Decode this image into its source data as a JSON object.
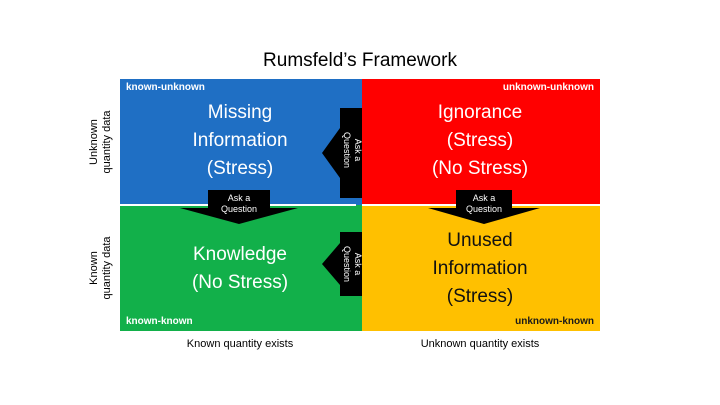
{
  "title": "Rumsfeld’s Framework",
  "quadrants": {
    "top_left": {
      "corner": "known-unknown",
      "lines": [
        "Missing",
        "Information",
        "(Stress)"
      ],
      "color": "#1f6fc4"
    },
    "top_right": {
      "corner": "unknown-unknown",
      "lines": [
        "Ignorance",
        "(Stress)",
        "(No Stress)"
      ],
      "color": "#ff0000"
    },
    "bottom_left": {
      "corner": "known-known",
      "lines": [
        "Knowledge",
        "(No Stress)"
      ],
      "color": "#12b04a"
    },
    "bottom_right": {
      "corner": "unknown-known",
      "lines": [
        "Unused",
        "Information",
        "(Stress)"
      ],
      "color": "#ffc000"
    }
  },
  "axes": {
    "y_top": [
      "Unknown",
      "quantity data"
    ],
    "y_bottom": [
      "Known",
      "quantity data"
    ],
    "x_left": "Known quantity exists",
    "x_right": "Unknown quantity exists"
  },
  "arrows": [
    {
      "lines": [
        "Ask a",
        "Question"
      ]
    },
    {
      "lines": [
        "Ask a",
        "Question"
      ]
    },
    {
      "lines": [
        "Ask a",
        "Question"
      ]
    },
    {
      "lines": [
        "Ask a",
        "Question"
      ]
    }
  ]
}
